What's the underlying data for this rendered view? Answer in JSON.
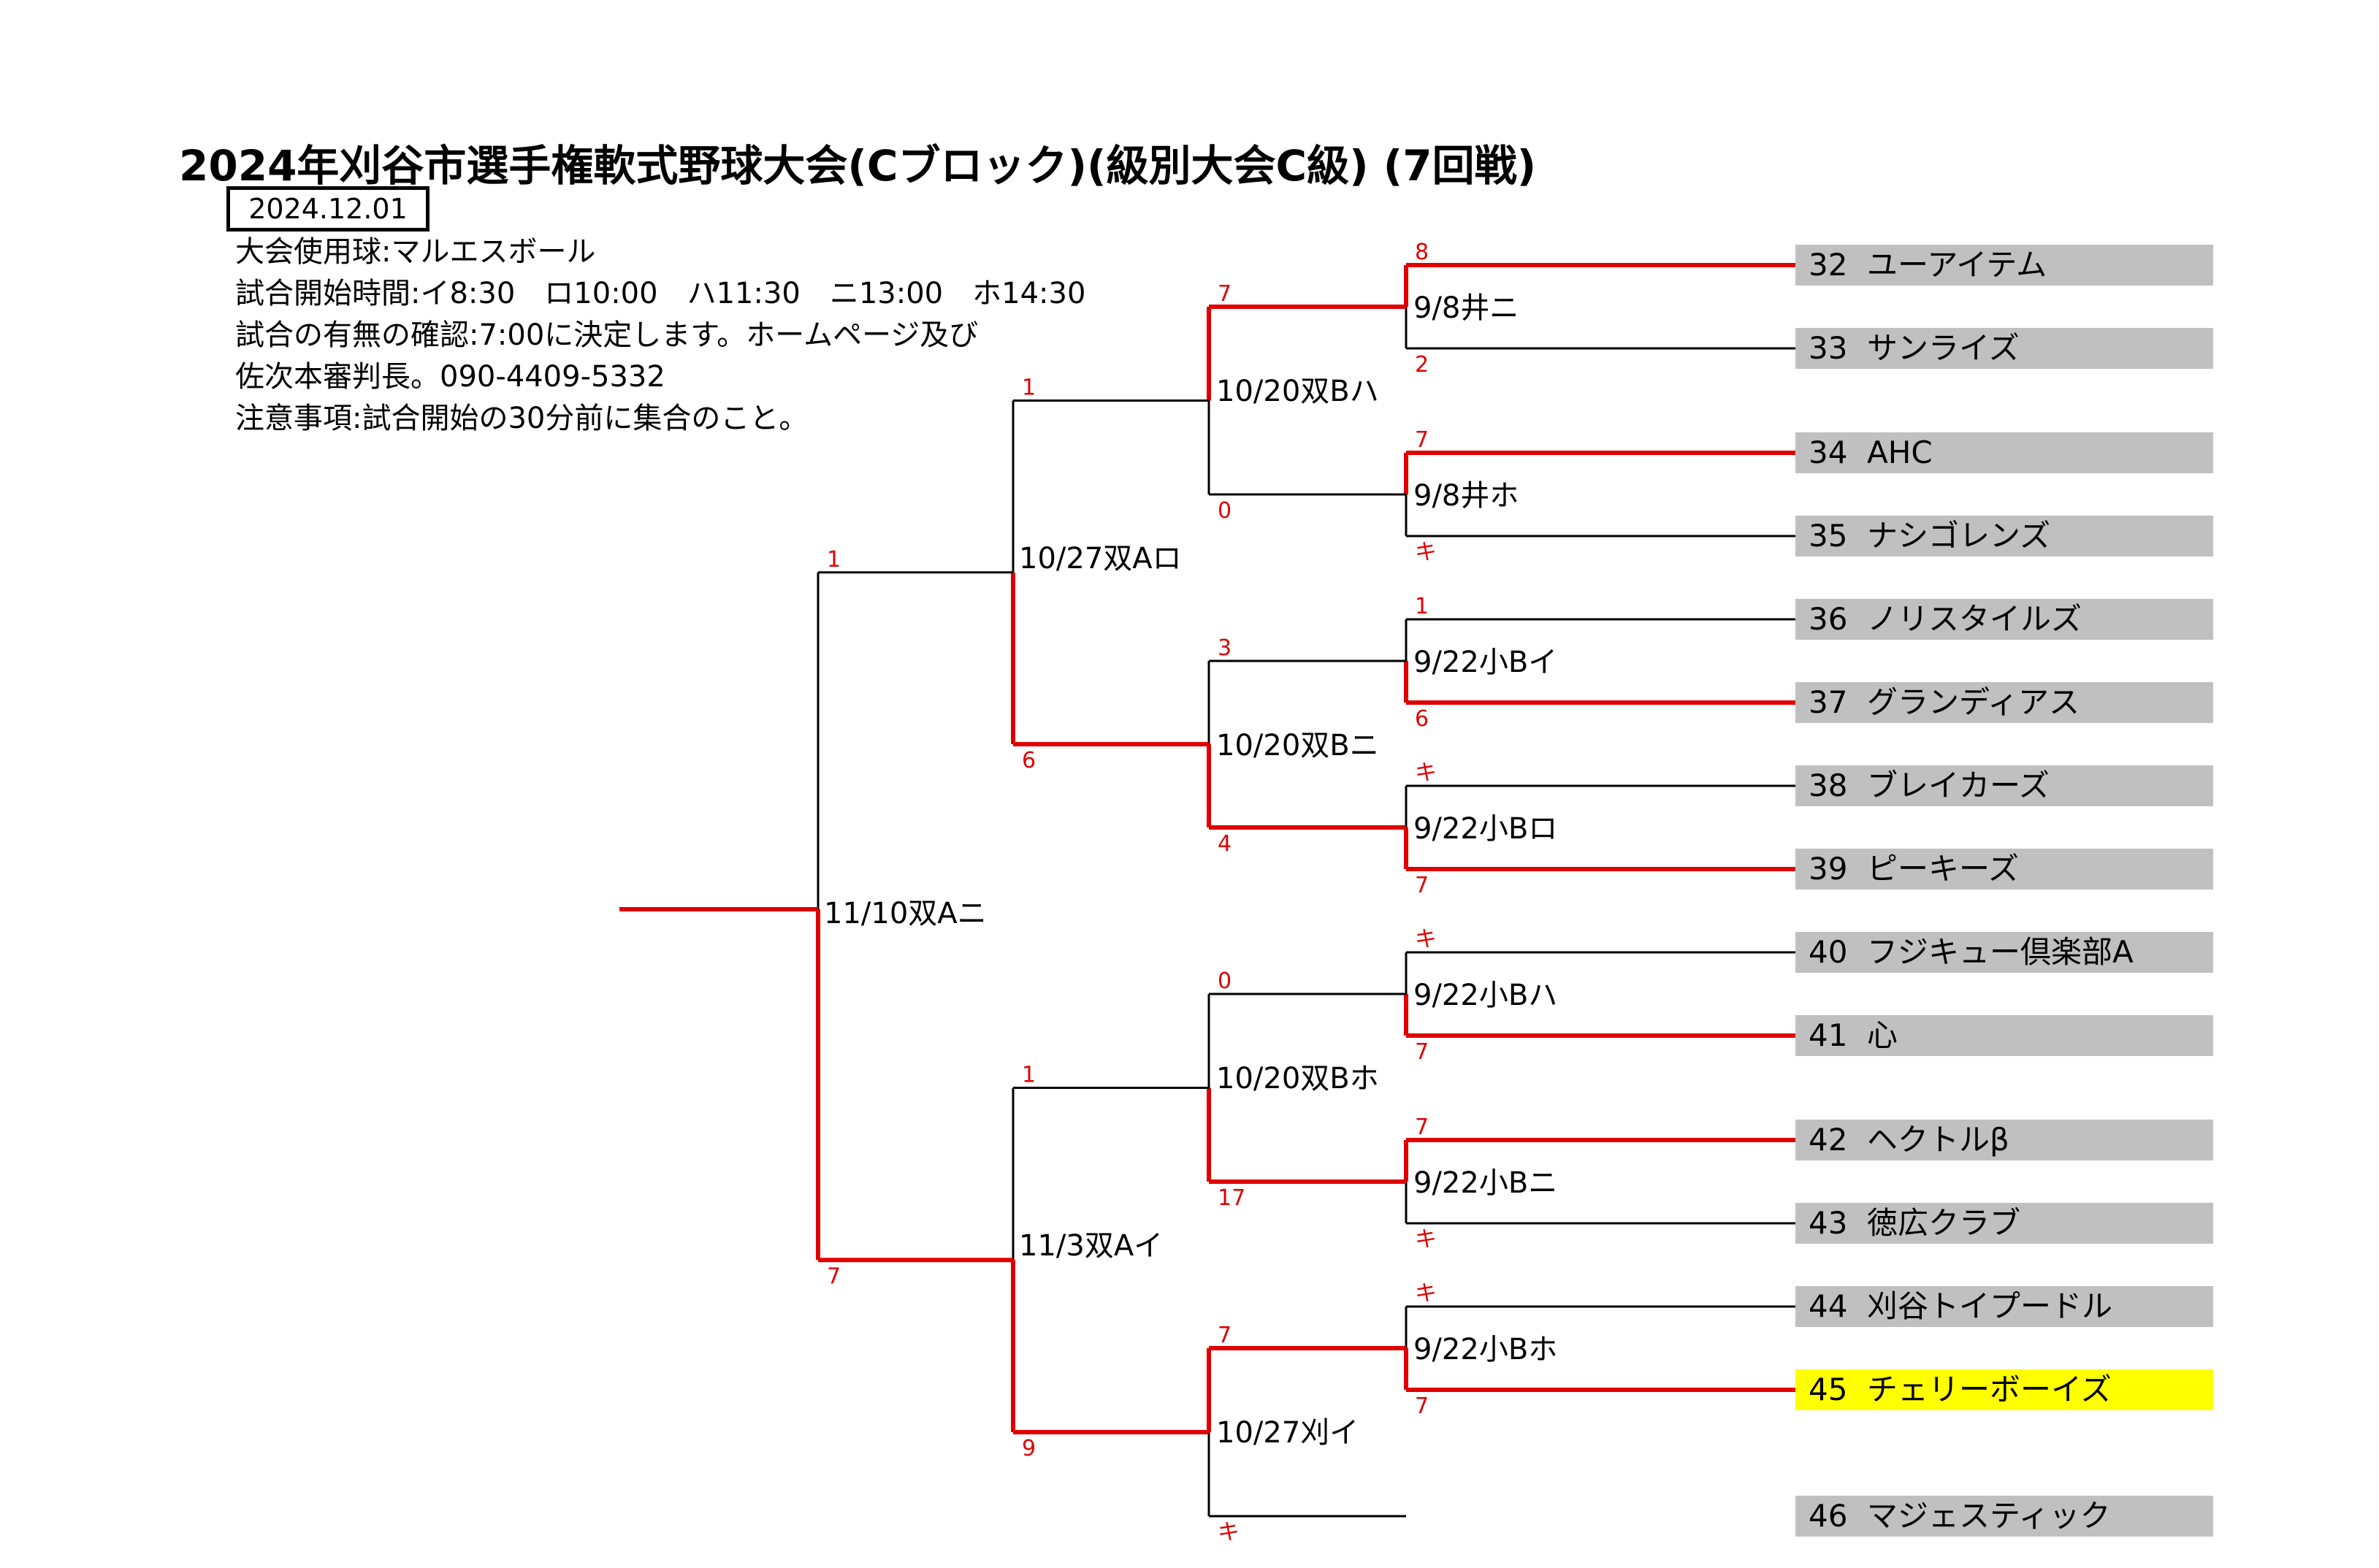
{
  "title": "2024年刈谷市選手権軟式野球大会(Cブロック)(級別大会C級) (7回戦)",
  "date": "2024.12.01",
  "info": [
    "大会使用球:マルエスボール",
    "試合開始時間:イ8:30　ロ10:00　ハ11:30　ニ13:00　ホ14:30",
    "試合の有無の確認:7:00に決定します。ホームページ及び",
    "佐次本審判長。090-4409-5332",
    "注意事項:試合開始の30分前に集合のこと。"
  ],
  "teams": [
    {
      "num": "32",
      "name": "ユーアイテム"
    },
    {
      "num": "33",
      "name": "サンライズ"
    },
    {
      "num": "34",
      "name": "AHC"
    },
    {
      "num": "35",
      "name": "ナシゴレンズ"
    },
    {
      "num": "36",
      "name": "ノリスタイルズ"
    },
    {
      "num": "37",
      "name": "グランディアス"
    },
    {
      "num": "38",
      "name": "ブレイカーズ"
    },
    {
      "num": "39",
      "name": "ピーキーズ"
    },
    {
      "num": "40",
      "name": "フジキュー倶楽部A"
    },
    {
      "num": "41",
      "name": "心"
    },
    {
      "num": "42",
      "name": "ヘクトルβ"
    },
    {
      "num": "43",
      "name": "徳広クラブ"
    },
    {
      "num": "44",
      "name": "刈谷トイプードル"
    },
    {
      "num": "45",
      "name": "チェリーボーイズ"
    },
    {
      "num": "46",
      "name": "マジェスティック"
    }
  ],
  "highlight_team": "45",
  "matches": {
    "r1": [
      "9/8井ニ",
      "9/8井ホ",
      "9/22小Bイ",
      "9/22小Bロ",
      "9/22小Bハ",
      "9/22小Bニ",
      "9/22小Bホ"
    ],
    "r2": [
      "10/20双Bハ",
      "10/20双Bニ",
      "10/20双Bホ",
      "10/27刈イ"
    ],
    "r3": [
      "10/27双Aロ",
      "11/3双Aイ"
    ],
    "r4": [
      "11/10双Aニ"
    ]
  },
  "scores": {
    "r1": [
      [
        "8",
        "2"
      ],
      [
        "7",
        "キ"
      ],
      [
        "1",
        "6"
      ],
      [
        "キ",
        "7"
      ],
      [
        "キ",
        "7"
      ],
      [
        "7",
        "キ"
      ],
      [
        "キ",
        "7"
      ]
    ],
    "r2": [
      [
        "7",
        "0"
      ],
      [
        "3",
        "4"
      ],
      [
        "0",
        "17"
      ],
      [
        "7",
        "キ"
      ]
    ],
    "r3": [
      [
        "1",
        "6"
      ],
      [
        "1",
        "9"
      ]
    ],
    "r4": [
      [
        "1",
        "7"
      ]
    ]
  },
  "colors": {
    "winner_line": "#e00000",
    "loser_line": "#000000",
    "team_bg": "#c0c0c0",
    "highlight_bg": "#ffff00"
  }
}
